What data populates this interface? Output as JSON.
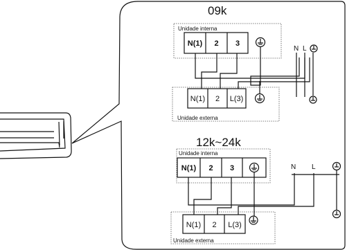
{
  "top_diagram": {
    "title": "09k",
    "indoor_label": "Unidade interna",
    "outdoor_label": "Unidade externa",
    "indoor_terminals": [
      "N(1)",
      "2",
      "3"
    ],
    "outdoor_terminals": [
      "N(1)",
      "2",
      "L(3)"
    ],
    "supply_labels": [
      "N",
      "L"
    ]
  },
  "bottom_diagram": {
    "title": "12k~24k",
    "indoor_label": "Unidade interna",
    "outdoor_label": "Unidade externa",
    "indoor_terminals": [
      "N(1)",
      "2",
      "3"
    ],
    "outdoor_terminals": [
      "N(1)",
      "2",
      "L(3)"
    ],
    "supply_labels": [
      "N",
      "L"
    ]
  }
}
